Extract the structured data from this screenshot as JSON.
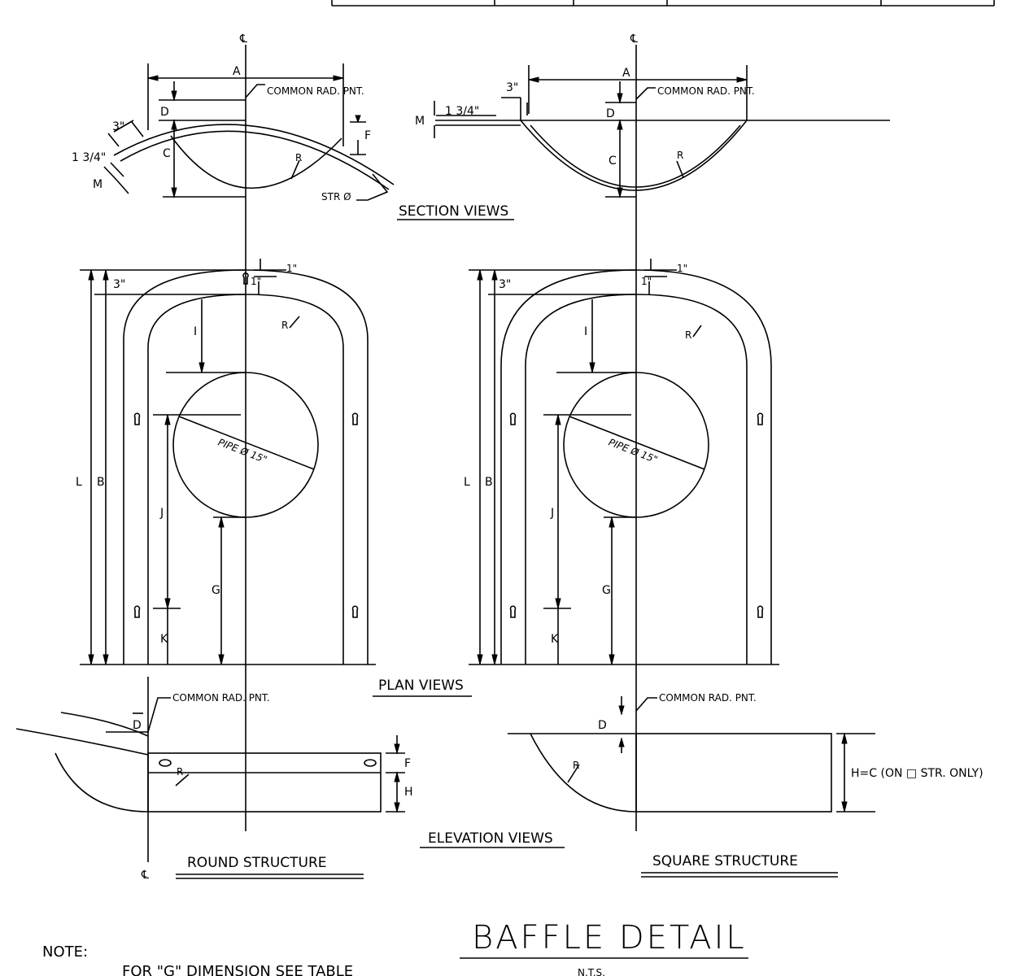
{
  "drawing": {
    "title": "BAFFLE DETAIL",
    "scale_note": "N.T.S.",
    "centerline_mark": "℄",
    "section_views_label": "SECTION VIEWS",
    "plan_views_label": "PLAN VIEWS",
    "elevation_views_label": "ELEVATION VIEWS",
    "round_structure_label": "ROUND STRUCTURE",
    "square_structure_label": "SQUARE STRUCTURE",
    "common_rad_pnt": "COMMON RAD. PNT.",
    "str_dia": "STR Ø",
    "pipe_dia": "PIPE Ø 15\"",
    "h_eq_c_note": "H=C (ON □ STR. ONLY)",
    "dims": {
      "a": "A",
      "b": "B",
      "c": "C",
      "d": "D",
      "f": "F",
      "g": "G",
      "h": "H",
      "i": "I",
      "j": "J",
      "k": "K",
      "l": "L",
      "m": "M",
      "r": "R",
      "three_in": "3\"",
      "one_in": "1\"",
      "one_three_quarter": "1 3/4\""
    },
    "note_heading": "NOTE:",
    "note_text": "FOR \"G\" DIMENSION SEE TABLE"
  }
}
